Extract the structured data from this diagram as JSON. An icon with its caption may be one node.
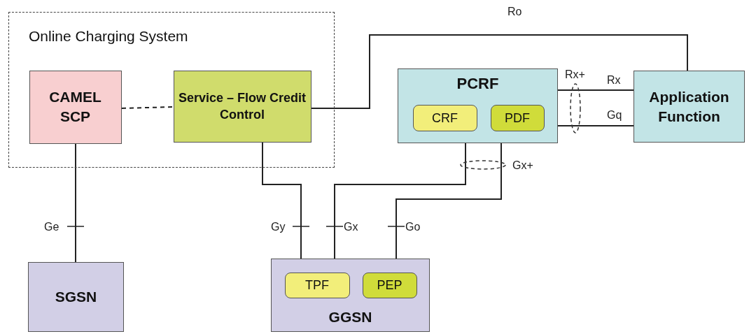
{
  "diagram": {
    "nodes": [
      {
        "text": [
          "Online Charging System"
        ]
      },
      {
        "text": [
          "CAMEL SCP"
        ],
        "in": 0
      },
      {
        "text": [
          "Service – Flow Credit Control"
        ],
        "in": 0
      },
      {
        "text": [
          "PCRF"
        ]
      },
      {
        "text": [
          "CRF"
        ],
        "in": 3
      },
      {
        "text": [
          "PDF"
        ],
        "in": 3
      },
      {
        "text": [
          "Application Function"
        ]
      },
      {
        "text": [
          "SGSN"
        ]
      },
      {
        "text": [
          "GGSN"
        ]
      },
      {
        "text": [
          "TPF"
        ],
        "in": 8
      },
      {
        "text": [
          "PEP"
        ],
        "in": 8
      }
    ],
    "edges": [
      {
        "from": 1,
        "to": 2,
        "arrow": "none",
        "style": "dashed"
      },
      {
        "from": 2,
        "to": 6,
        "arrow": "none",
        "label": "Ro"
      },
      {
        "from": 3,
        "to": 6,
        "arrow": "none",
        "label": "Rx"
      },
      {
        "from": 3,
        "to": 6,
        "arrow": "none",
        "label": "Gq"
      },
      {
        "from": 1,
        "to": 7,
        "arrow": "none",
        "label": "Ge"
      },
      {
        "from": 2,
        "to": 8,
        "arrow": "none",
        "label": "Gy"
      },
      {
        "from": 3,
        "to": 8,
        "arrow": "none",
        "label": "Gx"
      },
      {
        "from": 3,
        "to": 8,
        "arrow": "none",
        "label": "Go"
      }
    ],
    "labels": [
      "Rx+",
      "Gx+"
    ]
  }
}
